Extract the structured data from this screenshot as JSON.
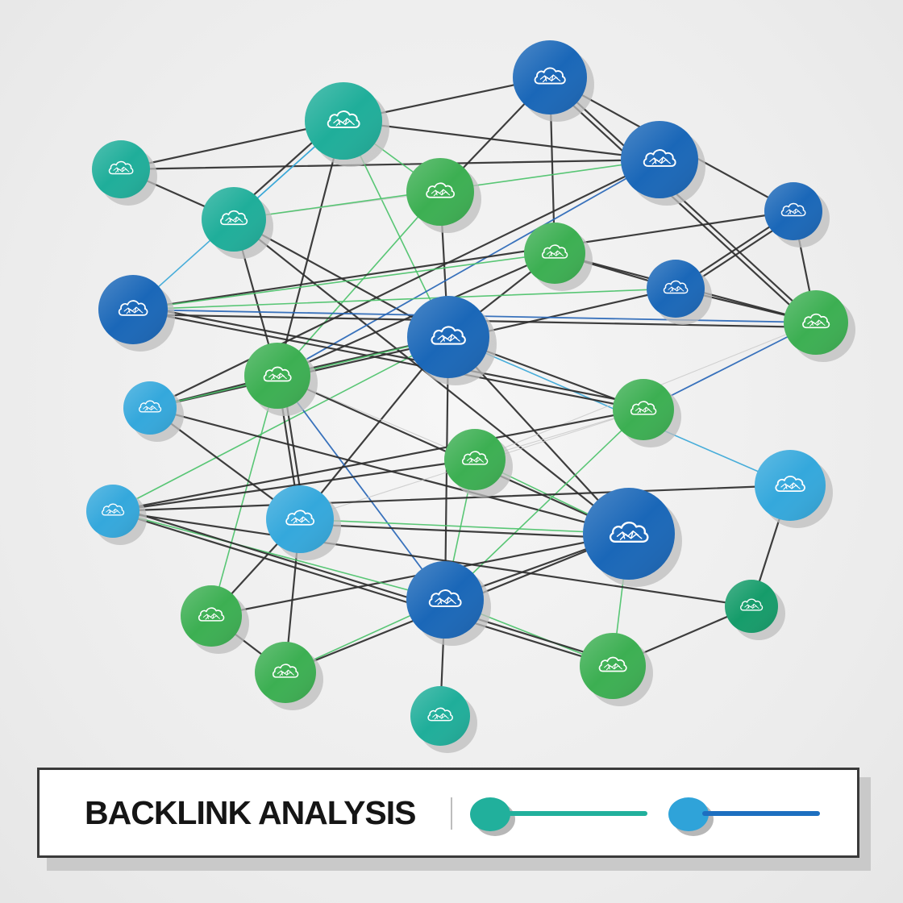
{
  "legend": {
    "title": "BACKLINK ANALYSIS",
    "keys": [
      {
        "name": "teal-link-key",
        "dot_color": "#21b09c",
        "line_color": "#21b09c"
      },
      {
        "name": "blue-link-key",
        "dot_color": "#2fa3d9",
        "line_color": "#1d6fc0"
      }
    ]
  },
  "palette": {
    "teal": "#1fae9a",
    "green": "#3caf52",
    "dark_green": "#159c6a",
    "blue": "#1a67b8",
    "light_blue": "#34a8dc",
    "edge_dark": "#2e2e2e",
    "edge_green": "#4cc36b",
    "edge_blue": "#2a68b8",
    "edge_cyan": "#3aa8d8",
    "edge_light": "#c8c8c8"
  },
  "nodes": [
    {
      "id": "n1",
      "kind": "teal",
      "icon": "cloud-network-icon"
    },
    {
      "id": "n2",
      "kind": "teal",
      "icon": "cloud-network-icon"
    },
    {
      "id": "n3",
      "kind": "blue",
      "icon": "cloud-network-icon"
    },
    {
      "id": "n4",
      "kind": "green",
      "icon": "cloud-network-icon"
    },
    {
      "id": "n5",
      "kind": "teal",
      "icon": "cloud-network-icon"
    },
    {
      "id": "n6",
      "kind": "blue",
      "icon": "cloud-network-icon"
    },
    {
      "id": "n7",
      "kind": "blue",
      "icon": "cloud-network-icon"
    },
    {
      "id": "n8",
      "kind": "green",
      "icon": "cloud-network-icon"
    },
    {
      "id": "n9",
      "kind": "blue",
      "icon": "cloud-network-icon"
    },
    {
      "id": "n10",
      "kind": "blue",
      "icon": "cloud-network-icon"
    },
    {
      "id": "n11",
      "kind": "green",
      "icon": "cloud-network-icon"
    },
    {
      "id": "n12",
      "kind": "blue",
      "icon": "cloud-network-icon"
    },
    {
      "id": "n13",
      "kind": "green",
      "icon": "cloud-network-icon"
    },
    {
      "id": "n14",
      "kind": "light_blue",
      "icon": "cloud-network-icon"
    },
    {
      "id": "n15",
      "kind": "green",
      "icon": "cloud-network-icon"
    },
    {
      "id": "n16",
      "kind": "green",
      "icon": "cloud-network-icon"
    },
    {
      "id": "n17",
      "kind": "light_blue",
      "icon": "cloud-network-icon"
    },
    {
      "id": "n18",
      "kind": "blue",
      "icon": "cloud-network-icon"
    },
    {
      "id": "n19",
      "kind": "light_blue",
      "icon": "cloud-network-icon"
    },
    {
      "id": "n20",
      "kind": "light_blue",
      "icon": "cloud-network-icon"
    },
    {
      "id": "n21",
      "kind": "green",
      "icon": "cloud-network-icon"
    },
    {
      "id": "n22",
      "kind": "blue",
      "icon": "cloud-network-icon"
    },
    {
      "id": "n23",
      "kind": "dark_green",
      "icon": "cloud-network-icon"
    },
    {
      "id": "n24",
      "kind": "green",
      "icon": "cloud-network-icon"
    },
    {
      "id": "n25",
      "kind": "green",
      "icon": "cloud-network-icon"
    },
    {
      "id": "n26",
      "kind": "teal",
      "icon": "cloud-network-icon"
    }
  ],
  "edges": [
    [
      "n1",
      "n2",
      "dark"
    ],
    [
      "n1",
      "n5",
      "dark"
    ],
    [
      "n1",
      "n6",
      "dark"
    ],
    [
      "n2",
      "n5",
      "cyan"
    ],
    [
      "n2",
      "n5",
      "dark"
    ],
    [
      "n2",
      "n3",
      "dark"
    ],
    [
      "n2",
      "n4",
      "green"
    ],
    [
      "n2",
      "n13",
      "dark"
    ],
    [
      "n2",
      "n12",
      "cyan"
    ],
    [
      "n2",
      "n10",
      "green"
    ],
    [
      "n2",
      "n6",
      "dark"
    ],
    [
      "n3",
      "n8",
      "dark"
    ],
    [
      "n3",
      "n7",
      "dark"
    ],
    [
      "n3",
      "n4",
      "dark"
    ],
    [
      "n3",
      "n11",
      "dark"
    ],
    [
      "n3",
      "n11",
      "dark"
    ],
    [
      "n4",
      "n10",
      "dark"
    ],
    [
      "n4",
      "n13",
      "green"
    ],
    [
      "n4",
      "n5",
      "light"
    ],
    [
      "n5",
      "n13",
      "dark"
    ],
    [
      "n5",
      "n10",
      "dark"
    ],
    [
      "n5",
      "n6",
      "green"
    ],
    [
      "n5",
      "n18",
      "dark"
    ],
    [
      "n6",
      "n13",
      "blue"
    ],
    [
      "n6",
      "n14",
      "dark"
    ],
    [
      "n7",
      "n11",
      "dark"
    ],
    [
      "n7",
      "n9",
      "dark"
    ],
    [
      "n7",
      "n12",
      "dark"
    ],
    [
      "n8",
      "n9",
      "dark"
    ],
    [
      "n8",
      "n11",
      "dark"
    ],
    [
      "n8",
      "n10",
      "dark"
    ],
    [
      "n8",
      "n12",
      "green"
    ],
    [
      "n8",
      "n13",
      "dark"
    ],
    [
      "n9",
      "n11",
      "dark"
    ],
    [
      "n9",
      "n12",
      "green"
    ],
    [
      "n9",
      "n14",
      "dark"
    ],
    [
      "n10",
      "n13",
      "dark"
    ],
    [
      "n10",
      "n15",
      "dark"
    ],
    [
      "n10",
      "n18",
      "dark"
    ],
    [
      "n10",
      "n19",
      "cyan"
    ],
    [
      "n10",
      "n20",
      "green"
    ],
    [
      "n10",
      "n17",
      "dark"
    ],
    [
      "n10",
      "n22",
      "dark"
    ],
    [
      "n11",
      "n12",
      "blue"
    ],
    [
      "n11",
      "n15",
      "blue"
    ],
    [
      "n11",
      "n16",
      "light"
    ],
    [
      "n12",
      "n15",
      "dark"
    ],
    [
      "n12",
      "n11",
      "dark"
    ],
    [
      "n13",
      "n14",
      "dark"
    ],
    [
      "n13",
      "n17",
      "dark"
    ],
    [
      "n13",
      "n18",
      "dark"
    ],
    [
      "n13",
      "n22",
      "blue"
    ],
    [
      "n13",
      "n21",
      "green"
    ],
    [
      "n13",
      "n16",
      "light"
    ],
    [
      "n14",
      "n17",
      "dark"
    ],
    [
      "n14",
      "n18",
      "dark"
    ],
    [
      "n15",
      "n12",
      "dark"
    ],
    [
      "n15",
      "n20",
      "dark"
    ],
    [
      "n15",
      "n16",
      "light"
    ],
    [
      "n15",
      "n22",
      "green"
    ],
    [
      "n15",
      "n17",
      "light"
    ],
    [
      "n16",
      "n20",
      "dark"
    ],
    [
      "n16",
      "n18",
      "green"
    ],
    [
      "n16",
      "n22",
      "green"
    ],
    [
      "n17",
      "n18",
      "green"
    ],
    [
      "n17",
      "n18",
      "dark"
    ],
    [
      "n17",
      "n21",
      "dark"
    ],
    [
      "n17",
      "n25",
      "dark"
    ],
    [
      "n18",
      "n21",
      "dark"
    ],
    [
      "n18",
      "n25",
      "dark"
    ],
    [
      "n18",
      "n22",
      "dark"
    ],
    [
      "n18",
      "n24",
      "green"
    ],
    [
      "n19",
      "n20",
      "dark"
    ],
    [
      "n19",
      "n23",
      "dark"
    ],
    [
      "n20",
      "n23",
      "dark"
    ],
    [
      "n20",
      "n24",
      "dark"
    ],
    [
      "n20",
      "n22",
      "green"
    ],
    [
      "n21",
      "n25",
      "dark"
    ],
    [
      "n22",
      "n25",
      "green"
    ],
    [
      "n22",
      "n26",
      "dark"
    ],
    [
      "n22",
      "n24",
      "green"
    ],
    [
      "n23",
      "n24",
      "dark"
    ],
    [
      "n24",
      "n20",
      "dark"
    ],
    [
      "n17",
      "n13",
      "dark"
    ],
    [
      "n14",
      "n10",
      "green"
    ],
    [
      "n9",
      "n7",
      "dark"
    ]
  ]
}
